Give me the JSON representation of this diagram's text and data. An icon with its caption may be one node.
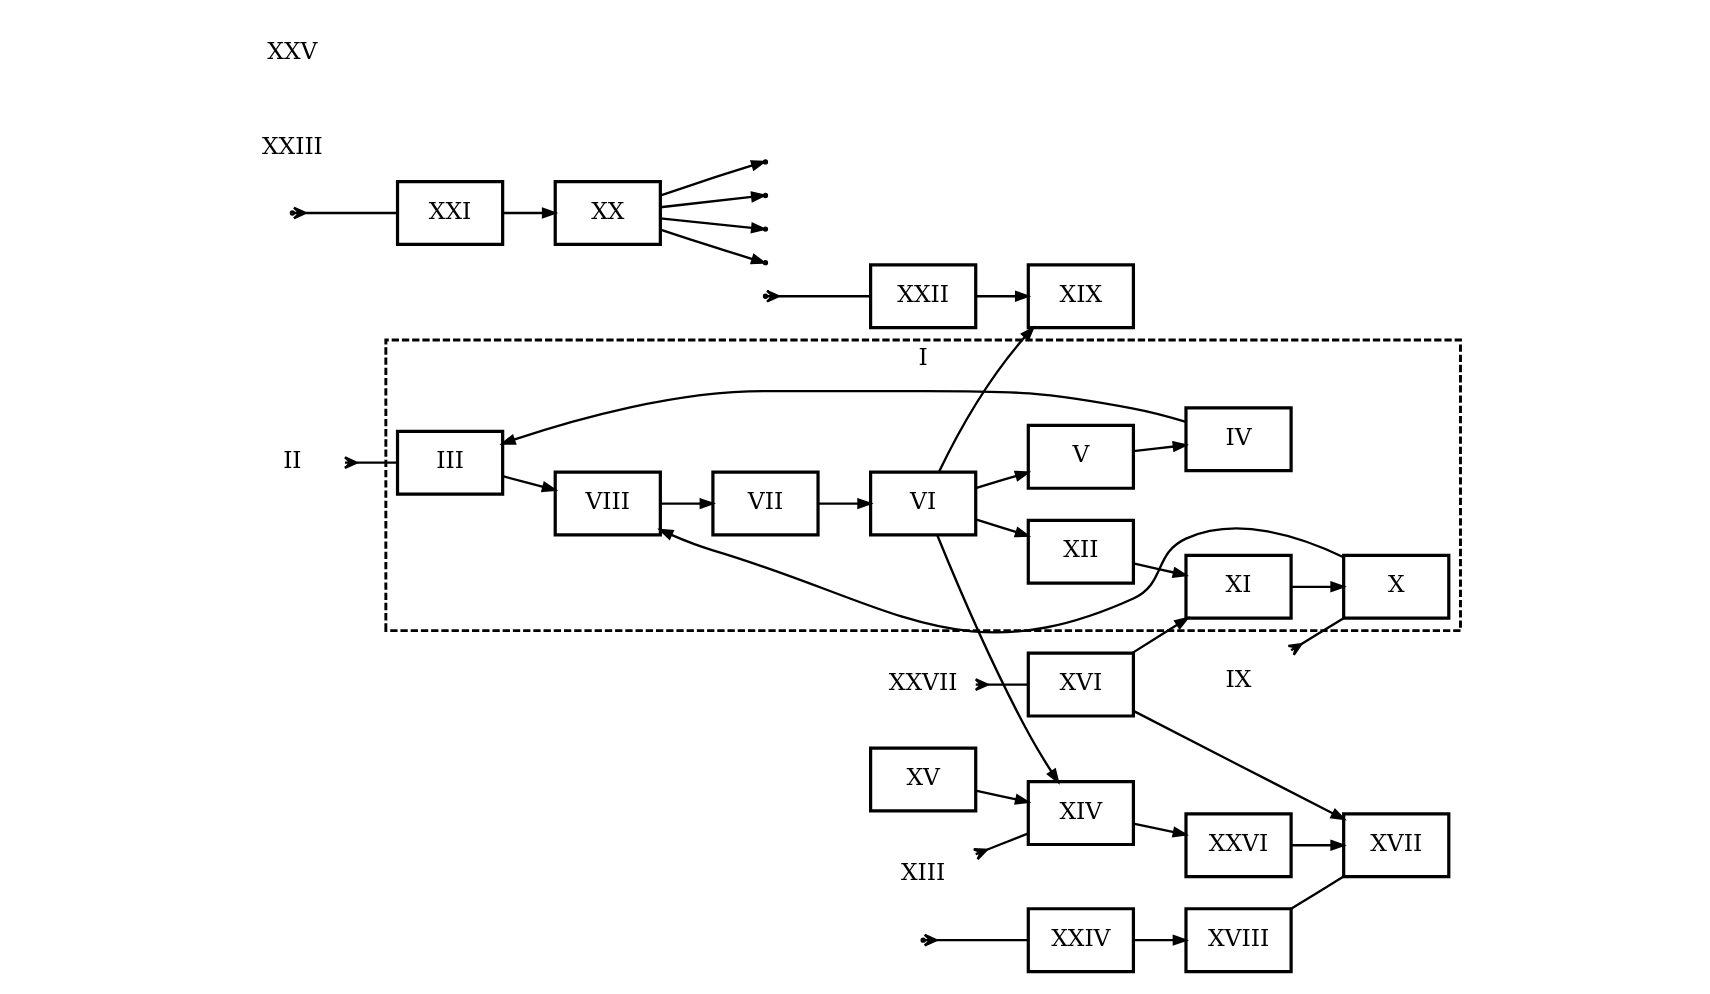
{
  "diagram": {
    "nodes": [
      {
        "text": [
          "I"
        ]
      },
      {
        "text": [
          "II"
        ]
      },
      {
        "text": [
          "III"
        ],
        "in": 0
      },
      {
        "text": [
          "IV"
        ],
        "in": 0
      },
      {
        "text": [
          "V"
        ],
        "in": 0
      },
      {
        "text": [
          "VIII"
        ],
        "in": 0
      },
      {
        "text": [
          "VII"
        ],
        "in": 0
      },
      {
        "text": [
          "VI"
        ],
        "in": 0
      },
      {
        "text": [
          "IX"
        ]
      },
      {
        "text": [
          "X"
        ],
        "in": 0
      },
      {
        "text": [
          "XI"
        ],
        "in": 0
      },
      {
        "text": [
          "XII"
        ],
        "in": 0
      },
      {
        "text": [
          "XIII"
        ]
      },
      {
        "text": [
          "XIV"
        ]
      },
      {
        "text": [
          "XV"
        ]
      },
      {
        "text": [
          "XVI"
        ]
      },
      {
        "text": [
          "XVII"
        ]
      },
      {
        "text": [
          "XXVI"
        ]
      },
      {
        "text": [
          "XXVII"
        ]
      },
      {
        "text": [
          "XX"
        ]
      },
      {
        "text": [
          "XXI"
        ]
      },
      {
        "text": [
          "XIX"
        ]
      },
      {
        "text": [
          "XXII"
        ]
      },
      {
        "text": [
          "XVIII"
        ]
      },
      {
        "text": [
          "XXIV"
        ]
      }
    ],
    "edges": [
      {
        "from": 1,
        "to": 2,
        "arrow": "other"
      },
      {
        "from": 3,
        "to": 2,
        "arrow": "to"
      },
      {
        "from": 4,
        "to": 3,
        "arrow": "to"
      },
      {
        "from": 2,
        "to": 5,
        "arrow": "to"
      },
      {
        "from": 9,
        "to": 5,
        "arrow": "to"
      },
      {
        "from": 5,
        "to": 6,
        "arrow": "to"
      },
      {
        "from": 6,
        "to": 7,
        "arrow": "to"
      },
      {
        "from": 7,
        "to": 4,
        "arrow": "to"
      },
      {
        "from": 7,
        "to": 11,
        "arrow": "to"
      },
      {
        "from": 11,
        "to": 10,
        "arrow": "to"
      },
      {
        "from": 10,
        "to": 9,
        "arrow": "to"
      },
      {
        "from": 8,
        "to": 9,
        "arrow": "other"
      },
      {
        "from": 7,
        "to": 21,
        "arrow": "to"
      },
      {
        "from": 7,
        "to": 13,
        "arrow": "to"
      },
      {
        "from": 15,
        "to": 10,
        "arrow": "to"
      },
      {
        "from": 14,
        "to": 13,
        "arrow": "to"
      },
      {
        "from": 12,
        "to": 13,
        "arrow": "other"
      },
      {
        "from": 15,
        "to": 16,
        "arrow": "to"
      },
      {
        "from": 17,
        "to": 16,
        "arrow": "to"
      },
      {
        "from": 13,
        "to": 17,
        "arrow": "to"
      },
      {
        "from": 18,
        "to": 15,
        "arrow": "other"
      },
      {
        "from": 23,
        "to": 16,
        "arrow": "none"
      },
      {
        "from": 20,
        "to": 19,
        "arrow": "to"
      },
      {
        "from": 22,
        "to": 21,
        "arrow": "to"
      },
      {
        "from": 24,
        "to": 23,
        "arrow": "to"
      },
      {
        "from": 19,
        "to": null,
        "arrow": "to"
      },
      {
        "from": 19,
        "to": null,
        "arrow": "to"
      },
      {
        "from": 19,
        "to": null,
        "arrow": "to"
      },
      {
        "from": 19,
        "to": null,
        "arrow": "to"
      },
      {
        "from": null,
        "to": 20,
        "arrow": "other"
      },
      {
        "from": null,
        "to": 22,
        "arrow": "other"
      },
      {
        "from": null,
        "to": 24,
        "arrow": "other"
      }
    ],
    "labels": [
      "XXIII",
      "XXV"
    ]
  }
}
